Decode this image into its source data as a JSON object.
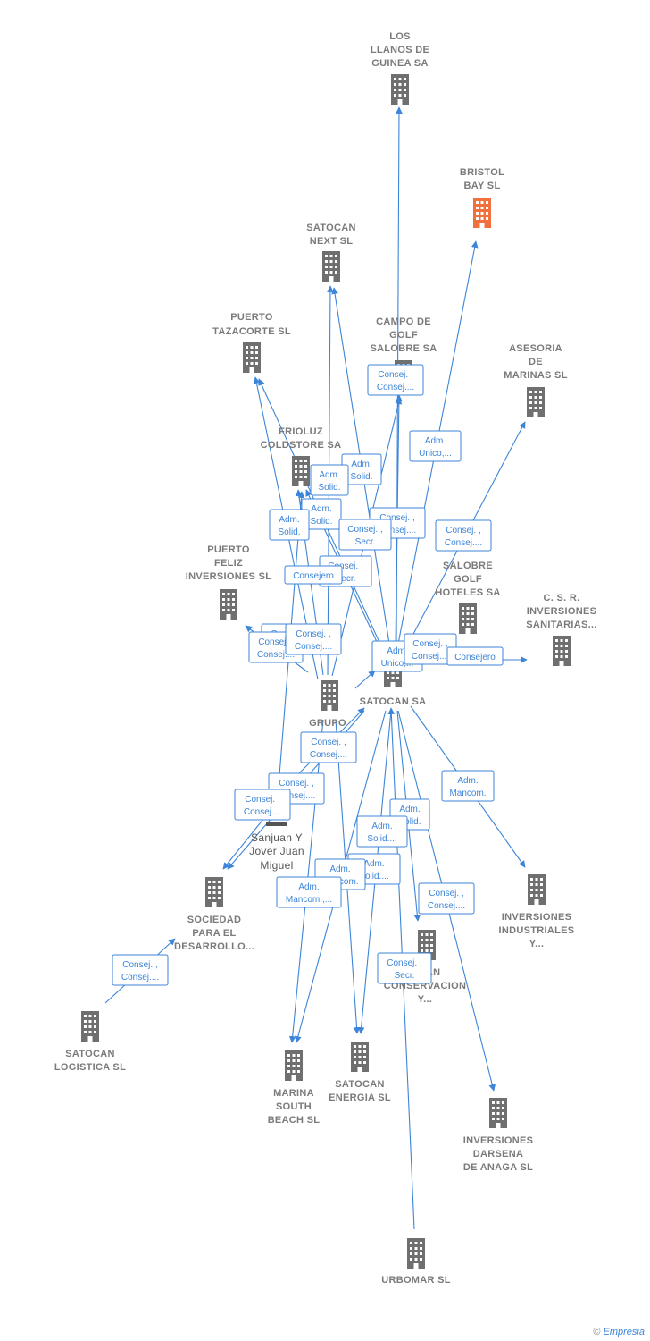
{
  "footer": {
    "copyright": "©",
    "brand": "Empresia"
  },
  "colors": {
    "edge": "#3d85d8",
    "building": "#6f6f6f",
    "highlight": "#f2703b"
  },
  "nodes": [
    {
      "id": "los-llanos",
      "label": [
        "LOS",
        "LLANOS DE",
        "GUINEA SA"
      ]
    },
    {
      "id": "bristol-bay",
      "label": [
        "BRISTOL",
        "BAY  SL"
      ],
      "highlight": true
    },
    {
      "id": "satocan-next",
      "label": [
        "SATOCAN",
        "NEXT  SL"
      ]
    },
    {
      "id": "puerto-tazacorte",
      "label": [
        "PUERTO",
        "TAZACORTE SL"
      ]
    },
    {
      "id": "campo-golf",
      "label": [
        "CAMPO DE",
        "GOLF",
        "SALOBRE SA"
      ]
    },
    {
      "id": "asesoria-marinas",
      "label": [
        "ASESORIA",
        "DE",
        "MARINAS  SL"
      ]
    },
    {
      "id": "frioluz",
      "label": [
        "FRIOLUZ",
        "COLDSTORE SA"
      ]
    },
    {
      "id": "puerto-feliz",
      "label": [
        "PUERTO",
        "FELIZ",
        "INVERSIONES SL"
      ]
    },
    {
      "id": "salobre-golf",
      "label": [
        "SALOBRE",
        "GOLF",
        "HOTELES SA"
      ]
    },
    {
      "id": "csr",
      "label": [
        "C.  S. R.",
        "INVERSIONES",
        "SANITARIAS..."
      ]
    },
    {
      "id": "satocan-sa",
      "label": [
        "SATOCAN SA"
      ]
    },
    {
      "id": "grupo",
      "label": [
        "GRUPO",
        "S...",
        "A"
      ]
    },
    {
      "id": "sanjuan",
      "label": [
        "Sanjuan Y",
        "Jover Juan",
        "Miguel"
      ],
      "person": true
    },
    {
      "id": "sociedad",
      "label": [
        "SOCIEDAD",
        "PARA EL",
        "DESARROLLO..."
      ]
    },
    {
      "id": "inv-industriales",
      "label": [
        "INVERSIONES",
        "INDUSTRIALES",
        "Y..."
      ]
    },
    {
      "id": "satocan-conservacion",
      "label": [
        "...CAN",
        "CONSERVACION",
        "Y..."
      ]
    },
    {
      "id": "satocan-logistica",
      "label": [
        "SATOCAN",
        "LOGISTICA  SL"
      ]
    },
    {
      "id": "marina-south",
      "label": [
        "MARINA",
        "SOUTH",
        "BEACH  SL"
      ]
    },
    {
      "id": "satocan-energia",
      "label": [
        "SATOCAN",
        "ENERGIA  SL"
      ]
    },
    {
      "id": "inv-darsena",
      "label": [
        "INVERSIONES",
        "DARSENA",
        "DE ANAGA SL"
      ]
    },
    {
      "id": "urbomar",
      "label": [
        "URBOMAR  SL"
      ]
    }
  ],
  "roles": [
    {
      "id": "r1",
      "lines": [
        "Consej. ,",
        "Consej...."
      ]
    },
    {
      "id": "r2",
      "lines": [
        "Adm.",
        "Unico,..."
      ]
    },
    {
      "id": "r3",
      "lines": [
        "Adm.",
        "Solid."
      ]
    },
    {
      "id": "r4",
      "lines": [
        "Adm.",
        "Solid."
      ]
    },
    {
      "id": "r5",
      "lines": [
        "Adm.",
        "Solid."
      ]
    },
    {
      "id": "r6",
      "lines": [
        "Adm.",
        "Solid."
      ]
    },
    {
      "id": "r7",
      "lines": [
        "Consej. ,",
        "Consej...."
      ]
    },
    {
      "id": "r8",
      "lines": [
        "Consej. ,",
        "Secr."
      ]
    },
    {
      "id": "r9",
      "lines": [
        "Consej. ,",
        "Consej...."
      ]
    },
    {
      "id": "r10",
      "lines": [
        "Consej. ,",
        "Secr."
      ]
    },
    {
      "id": "r11",
      "lines": [
        "Consejero"
      ]
    },
    {
      "id": "r12",
      "lines": [
        "Consej. ,",
        "Consej...."
      ]
    },
    {
      "id": "r13",
      "lines": [
        "Consej. ,",
        "Consej...."
      ]
    },
    {
      "id": "r14",
      "lines": [
        "Consej. ,",
        "Consej...."
      ]
    },
    {
      "id": "r15",
      "lines": [
        "Adm.",
        "Unico,..."
      ]
    },
    {
      "id": "r16",
      "lines": [
        "Consej. ,",
        "Consej...."
      ]
    },
    {
      "id": "r17",
      "lines": [
        "Consejero"
      ]
    },
    {
      "id": "r18",
      "lines": [
        "Consej. ,",
        "Consej...."
      ]
    },
    {
      "id": "r19",
      "lines": [
        "Consej. ,",
        "Consej...."
      ]
    },
    {
      "id": "r20",
      "lines": [
        "Consej. ,",
        "Consej...."
      ]
    },
    {
      "id": "r21",
      "lines": [
        "Adm.",
        "Mancom."
      ]
    },
    {
      "id": "r22",
      "lines": [
        "Adm.",
        "Solid."
      ]
    },
    {
      "id": "r23",
      "lines": [
        "Adm.",
        "Solid...."
      ]
    },
    {
      "id": "r24",
      "lines": [
        "Adm.",
        "Solid...."
      ]
    },
    {
      "id": "r25",
      "lines": [
        "Adm.",
        "Mancom."
      ]
    },
    {
      "id": "r26",
      "lines": [
        "Adm.",
        "Mancom.,..."
      ]
    },
    {
      "id": "r27",
      "lines": [
        "Consej. ,",
        "Consej...."
      ]
    },
    {
      "id": "r28",
      "lines": [
        "Consej. ,",
        "Consej...."
      ]
    },
    {
      "id": "r29",
      "lines": [
        "Consej. ,",
        "Secr."
      ]
    }
  ]
}
